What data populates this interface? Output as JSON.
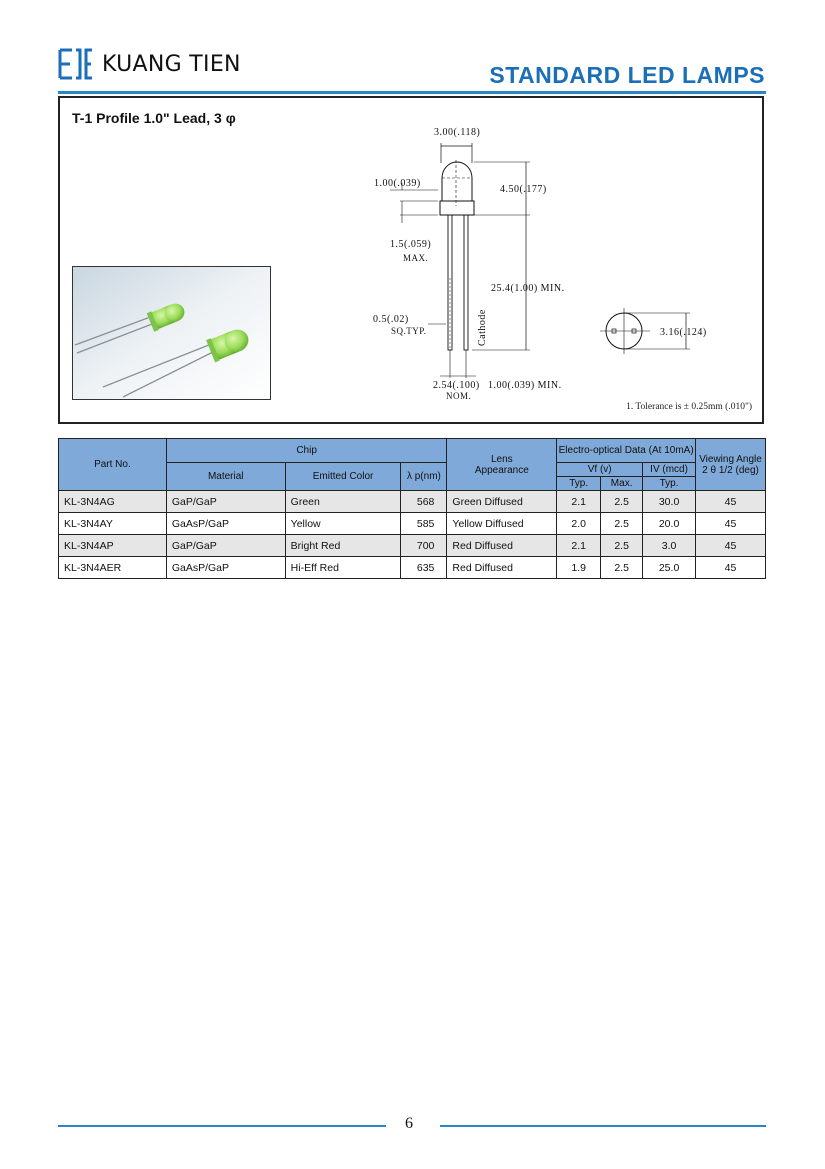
{
  "header": {
    "company": "KUANG TIEN",
    "doc_title": "STANDARD LED LAMPS"
  },
  "figure": {
    "title": "T-1 Profile 1.0\" Lead, 3 φ",
    "dims": {
      "width": "3.00(.118)",
      "dome": "1.00(.039)",
      "body_height": "4.50(.177)",
      "flange": "1.5(.059)",
      "flange_max": "MAX.",
      "lead_length": "25.4(1.00)  MIN.",
      "lead_section": "0.5(.02)",
      "lead_section_note": "SQ.TYP.",
      "cathode": "Cathode",
      "pitch": "2.54(.100)",
      "pitch_note": "NOM.",
      "gap": "1.00(.039)  MIN.",
      "diameter": "3.16(.124)"
    },
    "tolerance_note": "1. Tolerance is ± 0.25mm (.010\")"
  },
  "table": {
    "headers": {
      "part_no": "Part No.",
      "chip": "Chip",
      "material": "Material",
      "emitted_color": "Emitted Color",
      "wavelength": "λ p(nm)",
      "lens": "Lens\nAppearance",
      "eo": "Electro-optical Data (At 10mA)",
      "vf": "Vf  (v)",
      "iv": "IV  (mcd)",
      "typ": "Typ.",
      "max": "Max.",
      "typ2": "Typ.",
      "viewing": "Viewing Angle\n2 θ  1/2 (deg)"
    },
    "rows": [
      {
        "part": "KL-3N4AG",
        "material": "GaP/GaP",
        "color": "Green",
        "lambda": "568",
        "lens": "Green Diffused",
        "vf_typ": "2.1",
        "vf_max": "2.5",
        "iv_typ": "30.0",
        "angle": "45"
      },
      {
        "part": "KL-3N4AY",
        "material": "GaAsP/GaP",
        "color": "Yellow",
        "lambda": "585",
        "lens": "Yellow Diffused",
        "vf_typ": "2.0",
        "vf_max": "2.5",
        "iv_typ": "20.0",
        "angle": "45"
      },
      {
        "part": "KL-3N4AP",
        "material": "GaP/GaP",
        "color": "Bright Red",
        "lambda": "700",
        "lens": "Red Diffused",
        "vf_typ": "2.1",
        "vf_max": "2.5",
        "iv_typ": "3.0",
        "angle": "45"
      },
      {
        "part": "KL-3N4AER",
        "material": "GaAsP/GaP",
        "color": "Hi-Eff Red",
        "lambda": "635",
        "lens": "Red Diffused",
        "vf_typ": "1.9",
        "vf_max": "2.5",
        "iv_typ": "25.0",
        "angle": "45"
      }
    ]
  },
  "footer": {
    "page_number": "6"
  },
  "colors": {
    "accent": "#1a6fb8",
    "table_header": "#7fa9d8",
    "row_alt": "#e6e6e6"
  }
}
